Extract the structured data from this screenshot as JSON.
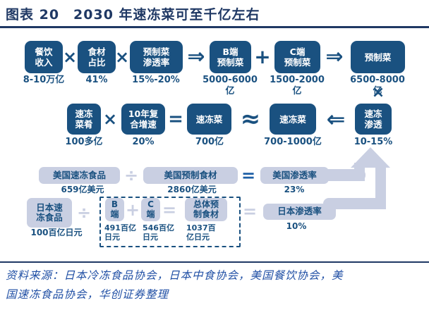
{
  "title": "图表 20　2030 年速冻菜可至千亿左右",
  "source": "资料来源：日本冷冻食品协会，日本中食协会，美国餐饮协会，美\n国速冻食品协会，华创证券整理",
  "colors": {
    "navy_box": "#1a5180",
    "title_navy": "#1f3864",
    "lavender": "#c9cfe2",
    "footer_blue": "#2150a5"
  },
  "row1": {
    "nodes": [
      {
        "box": "餐饮\n收入",
        "value": "8-10万亿"
      },
      {
        "box": "食材\n占比",
        "value": "41%"
      },
      {
        "box": "预制菜\n渗透率",
        "value": "15%-20%"
      },
      {
        "box": "B端\n预制菜",
        "value": "5000-6000亿"
      },
      {
        "box": "C端\n预制菜",
        "value": "1500-2000亿"
      },
      {
        "box": "预制菜",
        "value": "6500-8000亿"
      }
    ],
    "ops": {
      "times1": "×",
      "times2": "×",
      "arrow1": "⇒",
      "plus": "+",
      "arrow2": "⇒",
      "times_down": "×"
    }
  },
  "row2": {
    "nodes": [
      {
        "box": "速冻\n菜肴",
        "value": "100多亿"
      },
      {
        "box": "10年复\n合增速",
        "value": "20%"
      },
      {
        "box": "速冻菜",
        "value": "700亿"
      },
      {
        "box": "速冻菜",
        "value": "700-1000亿"
      },
      {
        "box": "速冻\n渗透",
        "value": "10-15%"
      }
    ],
    "ops": {
      "times": "×",
      "equals": "=",
      "approx": "≈",
      "arrow_left": "⇐"
    }
  },
  "row3": {
    "nodes": [
      {
        "box": "美国速冻食品",
        "value": "659亿美元"
      },
      {
        "box": "美国预制食材",
        "value": "2860亿美元"
      },
      {
        "box": "美国渗透率",
        "value": "23%"
      }
    ],
    "ops": {
      "divide": "÷",
      "equals": "="
    }
  },
  "row4": {
    "nodes": [
      {
        "box": "日本速\n冻食品",
        "value": "100百亿日元"
      },
      {
        "box": "B\n端",
        "value": "491百亿\n日元"
      },
      {
        "box": "C\n端",
        "value": "546百亿\n日元"
      },
      {
        "box": "总体预\n制食材",
        "value": "1037百\n亿日元"
      },
      {
        "box": "日本渗透率",
        "value": "10%"
      }
    ],
    "ops": {
      "divide": "÷",
      "plus": "+",
      "equals_inner": "=",
      "equals_outer": "="
    }
  }
}
